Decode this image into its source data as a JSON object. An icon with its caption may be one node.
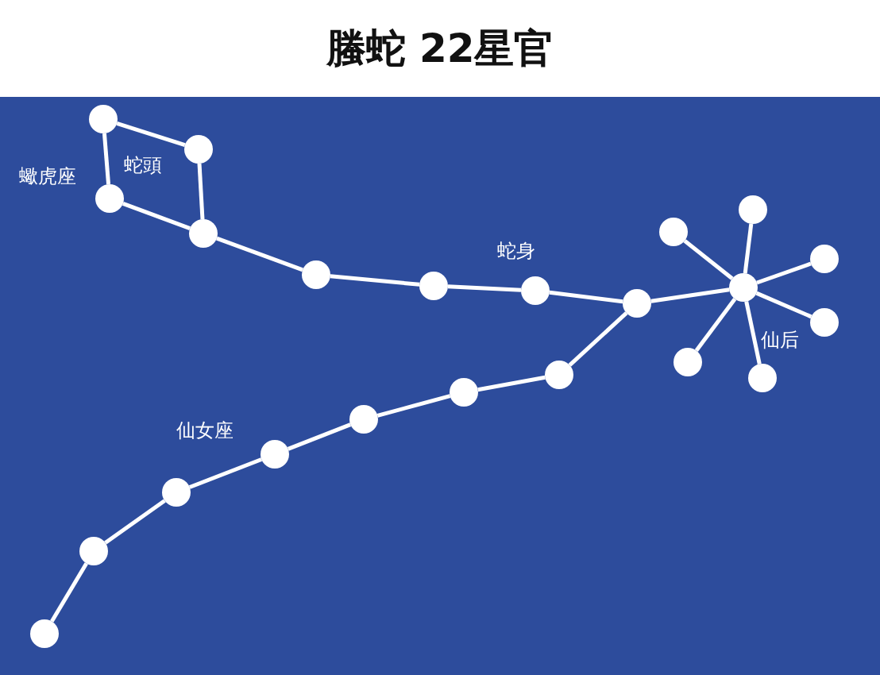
{
  "diagram": {
    "title": "螣蛇 22星官",
    "nodes": [
      {
        "text": [],
        "shape": "circle"
      },
      {
        "text": [],
        "shape": "circle"
      },
      {
        "text": [],
        "shape": "circle"
      },
      {
        "text": [],
        "shape": "circle"
      },
      {
        "text": [],
        "shape": "circle"
      },
      {
        "text": [],
        "shape": "circle"
      },
      {
        "text": [],
        "shape": "circle"
      },
      {
        "text": [],
        "shape": "circle"
      },
      {
        "text": [],
        "shape": "circle"
      },
      {
        "text": [],
        "shape": "circle"
      },
      {
        "text": [],
        "shape": "circle"
      },
      {
        "text": [],
        "shape": "circle"
      },
      {
        "text": [],
        "shape": "circle"
      },
      {
        "text": [],
        "shape": "circle"
      },
      {
        "text": [],
        "shape": "circle"
      },
      {
        "text": [],
        "shape": "circle"
      },
      {
        "text": [],
        "shape": "circle"
      },
      {
        "text": [],
        "shape": "circle"
      },
      {
        "text": [],
        "shape": "circle"
      },
      {
        "text": [],
        "shape": "circle"
      },
      {
        "text": [],
        "shape": "circle"
      },
      {
        "text": [],
        "shape": "circle"
      }
    ],
    "edges": [
      {
        "from": 2,
        "to": 5,
        "arrow": "none"
      },
      {
        "from": 2,
        "to": 3,
        "arrow": "none"
      },
      {
        "from": 5,
        "to": 6,
        "arrow": "none"
      },
      {
        "from": 3,
        "to": 6,
        "arrow": "none"
      },
      {
        "from": 6,
        "to": 8,
        "arrow": "none"
      },
      {
        "from": 8,
        "to": 10,
        "arrow": "none"
      },
      {
        "from": 10,
        "to": 12,
        "arrow": "none"
      },
      {
        "from": 12,
        "to": 14,
        "arrow": "none"
      },
      {
        "from": 14,
        "to": 17,
        "arrow": "none"
      },
      {
        "from": 17,
        "to": 18,
        "arrow": "none"
      },
      {
        "from": 17,
        "to": 15,
        "arrow": "none"
      },
      {
        "from": 17,
        "to": 20,
        "arrow": "none"
      },
      {
        "from": 17,
        "to": 21,
        "arrow": "none"
      },
      {
        "from": 17,
        "to": 19,
        "arrow": "none"
      },
      {
        "from": 17,
        "to": 16,
        "arrow": "none"
      },
      {
        "from": 14,
        "to": 13,
        "arrow": "none"
      },
      {
        "from": 13,
        "to": 11,
        "arrow": "none"
      },
      {
        "from": 11,
        "to": 9,
        "arrow": "none"
      },
      {
        "from": 9,
        "to": 7,
        "arrow": "none"
      },
      {
        "from": 7,
        "to": 4,
        "arrow": "none"
      },
      {
        "from": 4,
        "to": 1,
        "arrow": "none"
      },
      {
        "from": 1,
        "to": 0,
        "arrow": "none"
      }
    ],
    "labels": [
      "蠍虎座",
      "蛇頭",
      "蛇身",
      "仙后",
      "仙女座"
    ]
  }
}
